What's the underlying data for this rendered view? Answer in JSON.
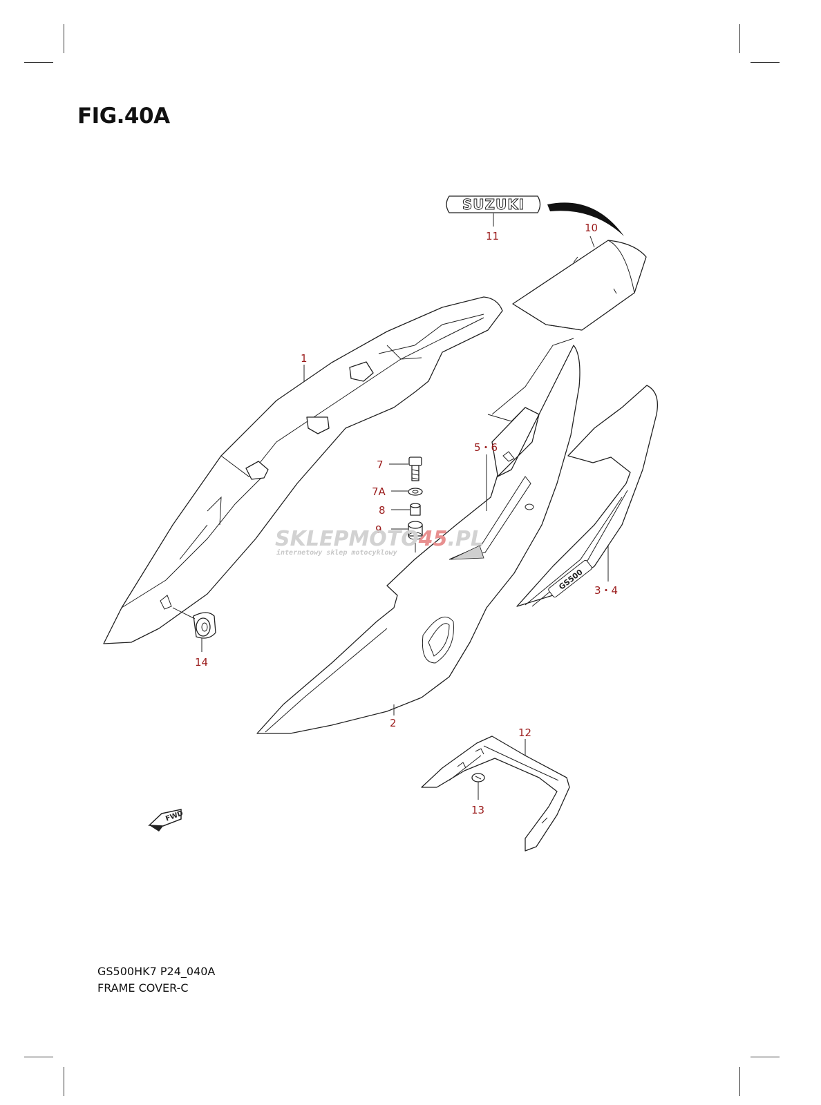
{
  "figure": {
    "title": "FIG.40A",
    "model_code": "GS500HK7 P24_040A",
    "section_name": "FRAME COVER-C"
  },
  "callouts": {
    "c1": "1",
    "c2": "2",
    "c3_4": "3・4",
    "c5_6": "5・6",
    "c7": "7",
    "c7a": "7A",
    "c8": "8",
    "c9": "9",
    "c10": "10",
    "c11": "11",
    "c12": "12",
    "c13": "13",
    "c14": "14"
  },
  "decals": {
    "brand": "SUZUKI",
    "model_decal": "GS500",
    "fwd": "FWD"
  },
  "watermark": {
    "brand_a": "SKLEPMOTO",
    "brand_b": "45",
    "brand_c": ".PL",
    "tagline": "internetowy sklep motocyklowy",
    "color_gray": "#d2d2d2",
    "color_red": "#e89090"
  }
}
